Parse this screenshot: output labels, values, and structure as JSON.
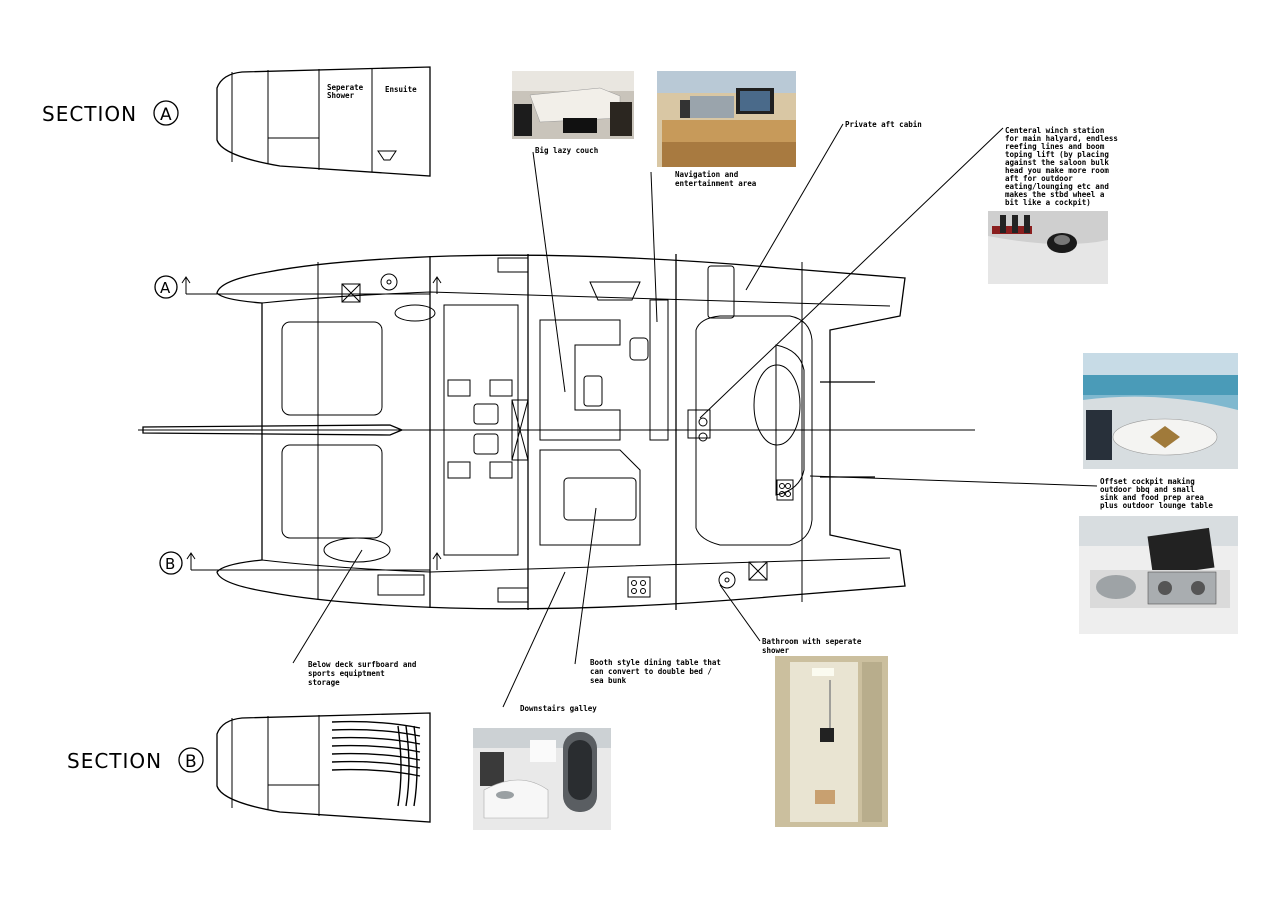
{
  "sections": {
    "a": {
      "label": "SECTION",
      "letter": "A",
      "marker": "A",
      "shower": [
        "Seperate",
        "Shower"
      ],
      "ensuite": "Ensuite"
    },
    "b": {
      "label": "SECTION",
      "letter": "B",
      "marker": "B"
    }
  },
  "annotations": {
    "couch": [
      "Big lazy couch"
    ],
    "nav": [
      "Navigation and",
      "entertainment area"
    ],
    "aft_cabin": [
      "Private aft cabin"
    ],
    "winch": [
      "Centeral winch station",
      "for main halyard, endless",
      "reefing lines and boom",
      "toping lift (by placing",
      "against the saloon bulk",
      "head you make more room",
      "aft for outdoor",
      "eating/lounging etc and",
      "makes the stbd wheel a",
      "bit like a cockpit)"
    ],
    "cockpit": [
      "Offset cockpit making",
      "outdoor bbq and small",
      "sink and food prep area",
      "plus outdoor lounge table"
    ],
    "bathroom": [
      "Bathroom with seperate",
      "shower"
    ],
    "dining": [
      "Booth style dining table that",
      "can convert to double bed /",
      "sea bunk"
    ],
    "galley": [
      "Downstairs galley"
    ],
    "storage": [
      "Below deck surfboard and",
      "sports equiptment",
      "storage"
    ]
  },
  "photos": {
    "couch": "couch-photo",
    "nav": "navigation-photo",
    "winch": "winch-photo",
    "cockpit_top": "cockpit-photo",
    "cockpit_sink": "bbq-sink-photo",
    "bathroom": "shower-photo",
    "galley": "galley-photo"
  }
}
